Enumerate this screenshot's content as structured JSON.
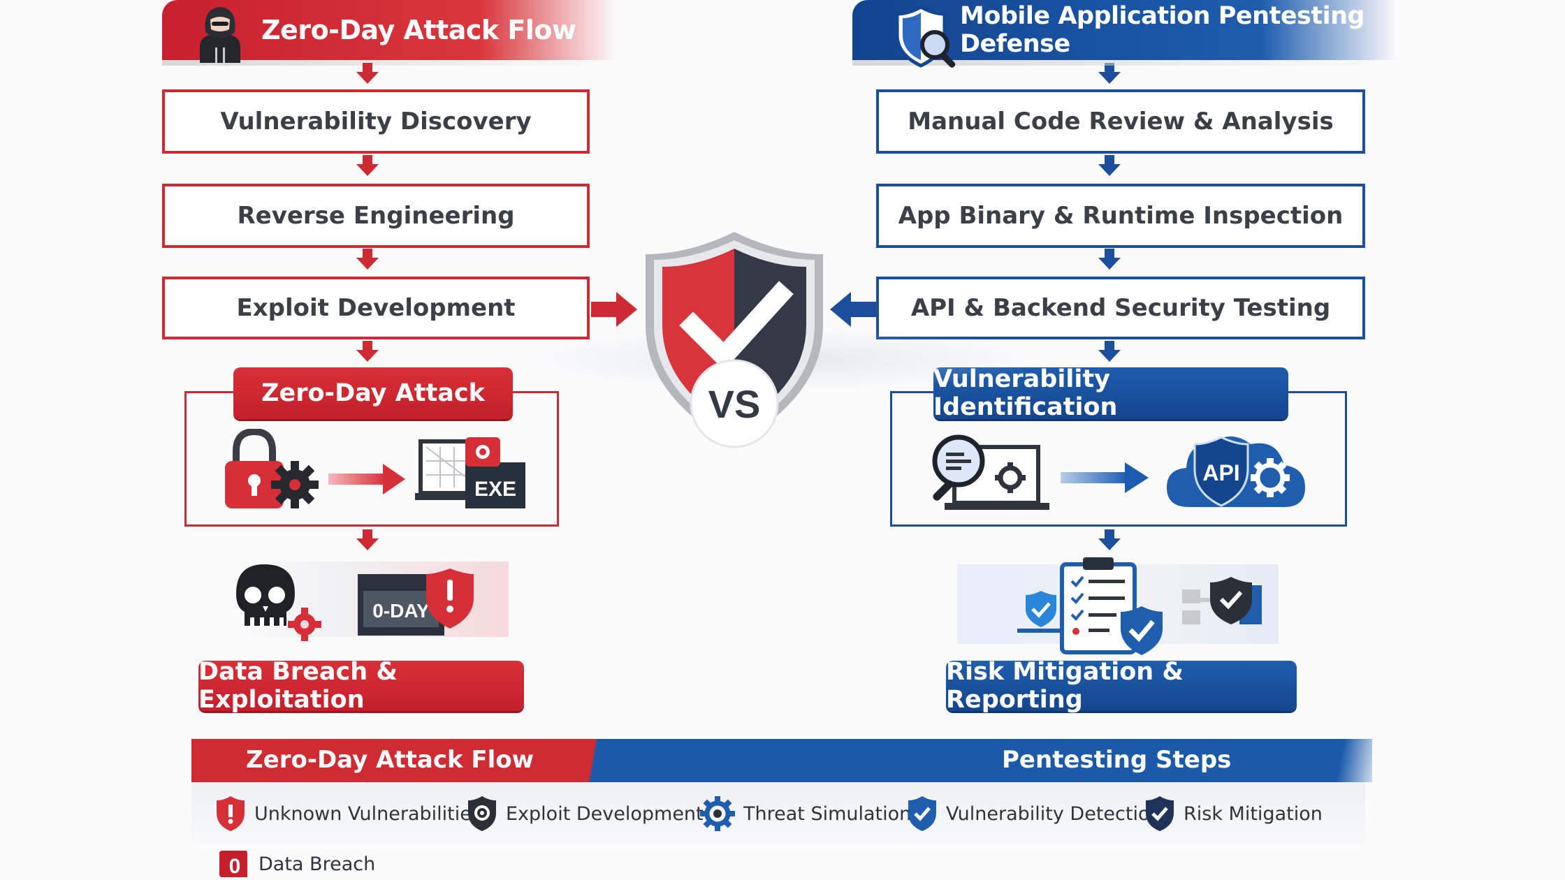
{
  "left": {
    "header": "Zero-Day Attack Flow",
    "steps": [
      "Vulnerability Discovery",
      "Reverse Engineering",
      "Exploit Development"
    ],
    "attack_box_title": "Zero-Day Attack",
    "exe_label": "EXE",
    "zero_day_label": "0-DAY",
    "result": "Data Breach & Exploitation"
  },
  "right": {
    "header": "Mobile Application Pentesting Defense",
    "steps": [
      "Manual Code Review & Analysis",
      "App Binary & Runtime Inspection",
      "API & Backend Security Testing"
    ],
    "identify_box_title": "Vulnerability Identification",
    "api_label": "API",
    "result": "Risk Mitigation & Reporting"
  },
  "center": {
    "vs": "VS"
  },
  "legend": {
    "left_title": "Zero-Day Attack Flow",
    "right_title": "Pentesting Steps",
    "items": [
      {
        "icon": "alert-shield-icon",
        "label": "Unknown Vulnerabilities"
      },
      {
        "icon": "exploit-shield-icon",
        "label": "Exploit Development"
      },
      {
        "icon": "gear-icon",
        "label": "Threat  Simulation"
      },
      {
        "icon": "check-shield-icon",
        "label": "Vulnerability Detection"
      },
      {
        "icon": "check-shield-dark-icon",
        "label": "Risk  Mitigation"
      }
    ],
    "extra": {
      "icon": "zero-badge-icon",
      "badge": "0",
      "label": "Data Breach"
    }
  },
  "colors": {
    "red": "#cd2a34",
    "blue": "#1b4f9c",
    "dark": "#2e3440"
  }
}
